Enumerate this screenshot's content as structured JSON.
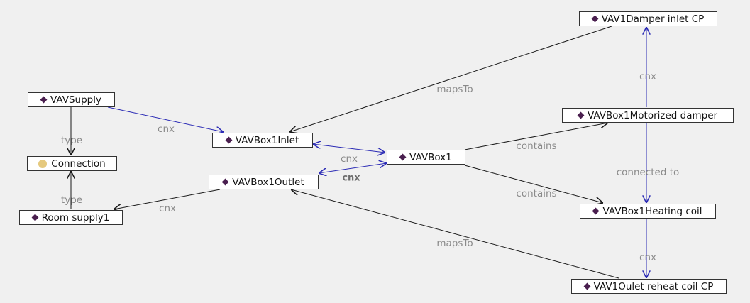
{
  "nodes": {
    "vav_supply": "VAVSupply",
    "connection": "Connection",
    "room_supply1": "Room supply1",
    "vavbox1_inlet": "VAVBox1Inlet",
    "vavbox1_outlet": "VAVBox1Outlet",
    "vavbox1": "VAVBox1",
    "vav1_damper_inlet_cp": "VAV1Damper inlet CP",
    "vavbox1_motorized_damper": "VAVBox1Motorized damper",
    "vavbox1_heating_coil": "VAVBox1Heating coil",
    "vav1_oulet_reheat_coil_cp": "VAV1Oulet reheat coil CP"
  },
  "edge_labels": {
    "type": "type",
    "cnx": "cnx",
    "maps_to": "mapsTo",
    "contains": "contains",
    "connected_to": "connected to"
  },
  "icons": {
    "instance": "diamond-icon",
    "class": "circle-icon"
  },
  "colors": {
    "blue_edge": "#2b2bb5",
    "black_edge": "#1a1a1a",
    "instance_icon": "#4a1f4f",
    "class_icon": "#e5c97e",
    "label_text": "#8a8a8a"
  }
}
